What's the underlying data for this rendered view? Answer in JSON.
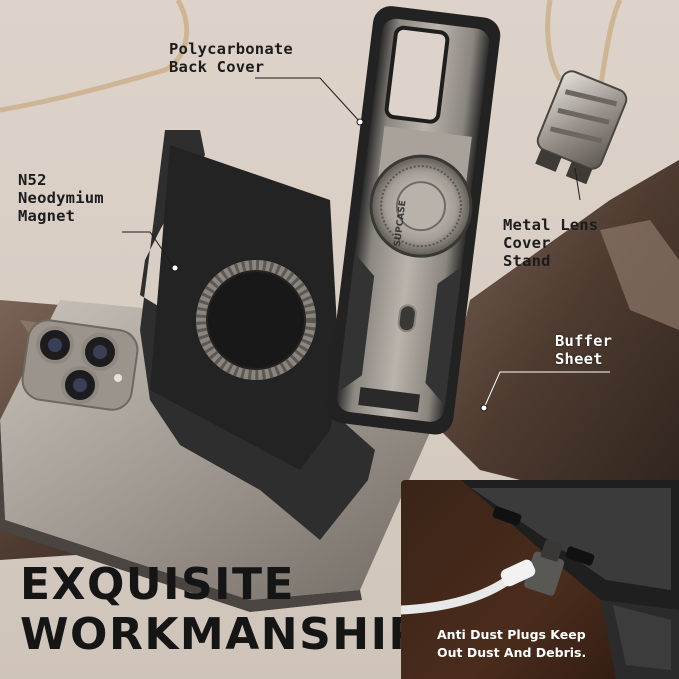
{
  "callouts": {
    "back_cover": "Polycarbonate\nBack Cover",
    "magnet": "N52\nNeodymium\nMagnet",
    "lens_stand": "Metal Lens\nCover\nStand",
    "buffer": "Buffer\nSheet"
  },
  "headline": {
    "line1": "EXQUISITE",
    "line2": "WORKMANSHIP"
  },
  "case_brand": "SUPCASE",
  "dust_plugs": {
    "caption": "Anti Dust Plugs Keep\nOut Dust And Debris."
  },
  "colors": {
    "background": "#d9cfc5",
    "text": "#1c1c1c",
    "inset_panel": "#3a2418",
    "cord": "#cdb596"
  }
}
